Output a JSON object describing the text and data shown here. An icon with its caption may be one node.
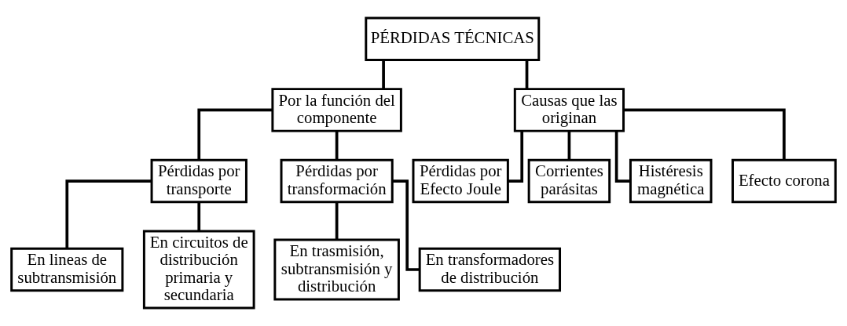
{
  "diagram": {
    "nodes": [
      {
        "text": [
          "PÉRDIDAS TÉCNICAS"
        ]
      },
      {
        "text": [
          "Por la función del componente"
        ]
      },
      {
        "text": [
          "Causas que las originan"
        ]
      },
      {
        "text": [
          "Pérdidas por transporte"
        ]
      },
      {
        "text": [
          "Pérdidas por transformación"
        ]
      },
      {
        "text": [
          "En lineas de subtransmisión"
        ]
      },
      {
        "text": [
          "En circuitos de distribución primaria y secundaria"
        ]
      },
      {
        "text": [
          "En trasmisión, subtransmisión y distribución"
        ]
      },
      {
        "text": [
          "En transformadores de distribución"
        ]
      },
      {
        "text": [
          "Pérdidas por Efecto Joule"
        ]
      },
      {
        "text": [
          "Corrientes parásitas"
        ]
      },
      {
        "text": [
          "Histéresis magnética"
        ]
      },
      {
        "text": [
          "Efecto corona"
        ]
      }
    ],
    "edges": [
      {
        "from": 0,
        "to": 1,
        "arrow": "none"
      },
      {
        "from": 0,
        "to": 2,
        "arrow": "none"
      },
      {
        "from": 1,
        "to": 3,
        "arrow": "none"
      },
      {
        "from": 1,
        "to": 4,
        "arrow": "none"
      },
      {
        "from": 3,
        "to": 5,
        "arrow": "none"
      },
      {
        "from": 3,
        "to": 6,
        "arrow": "none"
      },
      {
        "from": 4,
        "to": 7,
        "arrow": "none"
      },
      {
        "from": 4,
        "to": 8,
        "arrow": "none"
      },
      {
        "from": 2,
        "to": 9,
        "arrow": "none"
      },
      {
        "from": 2,
        "to": 10,
        "arrow": "none"
      },
      {
        "from": 2,
        "to": 11,
        "arrow": "none"
      },
      {
        "from": 2,
        "to": 12,
        "arrow": "none"
      }
    ]
  }
}
